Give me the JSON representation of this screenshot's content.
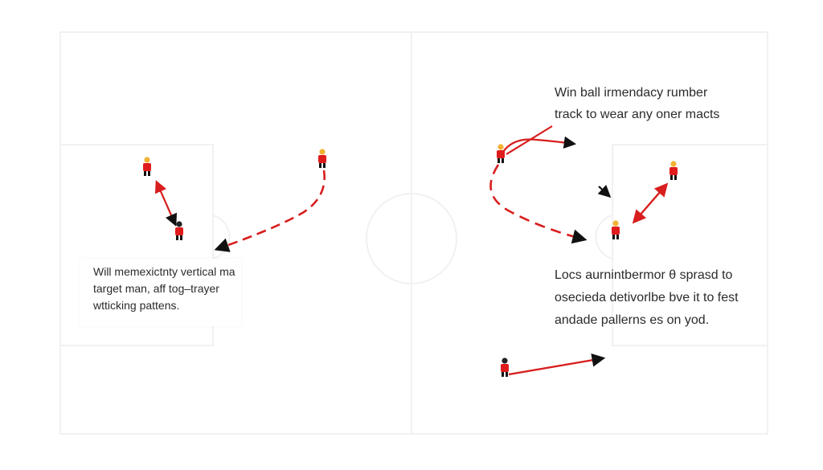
{
  "annotations": {
    "left_note": [
      "Will memexictnty vertical ma",
      "target man, aff tog–trayer",
      "wtticking pattens."
    ],
    "top_right_note": [
      "Win ball irmendacy rumber",
      "track to wear any oner macts"
    ],
    "right_note": [
      "Locs aurnintbermor θ  sprasd to",
      "osecieda detivorlbe bve it to fest",
      "andade pallerns es on yod."
    ]
  },
  "colors": {
    "player_shirt": "#e01b1b",
    "player_head": "#f2b233",
    "player_legs": "#111111",
    "arrow_red": "#d81e1e",
    "arrow_black": "#111111",
    "pitch_lines": "#f1f1f1",
    "background": "#ffffff"
  },
  "icons": {
    "player": "player-icon",
    "arrow": "arrow-icon"
  }
}
